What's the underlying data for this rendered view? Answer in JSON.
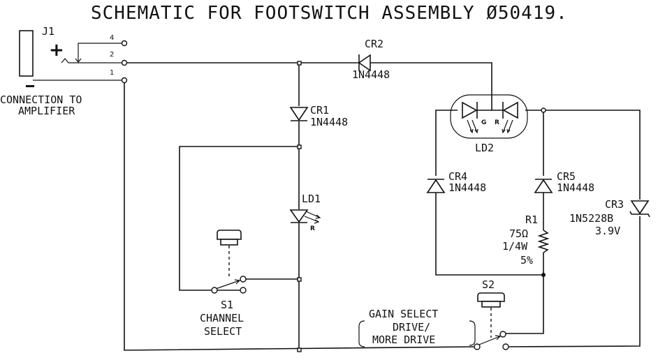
{
  "title": "SCHEMATIC FOR FOOTSWITCH ASSEMBLY Ø50419.",
  "connector": {
    "ref": "J1",
    "plus": "+",
    "minus": "−",
    "pins": [
      "4",
      "2",
      "1"
    ],
    "caption_line1": "CONNECTION TO",
    "caption_line2": "AMPLIFIER"
  },
  "components": {
    "cr1": {
      "ref": "CR1",
      "part": "1N4448"
    },
    "cr2": {
      "ref": "CR2",
      "part": "1N4448"
    },
    "cr3": {
      "ref": "CR3",
      "part": "1N5228B",
      "value": "3.9V"
    },
    "cr4": {
      "ref": "CR4",
      "part": "1N4448"
    },
    "cr5": {
      "ref": "CR5",
      "part": "1N4448"
    },
    "ld1": {
      "ref": "LD1",
      "color": "R"
    },
    "ld2": {
      "ref": "LD2",
      "color_left": "G",
      "color_right": "R"
    },
    "r1": {
      "ref": "R1",
      "value": "75Ω",
      "power": "1/4W",
      "tolerance": "5%"
    }
  },
  "switches": {
    "s1": {
      "ref": "S1",
      "caption_line1": "CHANNEL",
      "caption_line2": "SELECT"
    },
    "s2": {
      "ref": "S2",
      "caption_line1": "GAIN SELECT",
      "caption_line2": "DRIVE/",
      "caption_line3": "MORE DRIVE"
    }
  }
}
